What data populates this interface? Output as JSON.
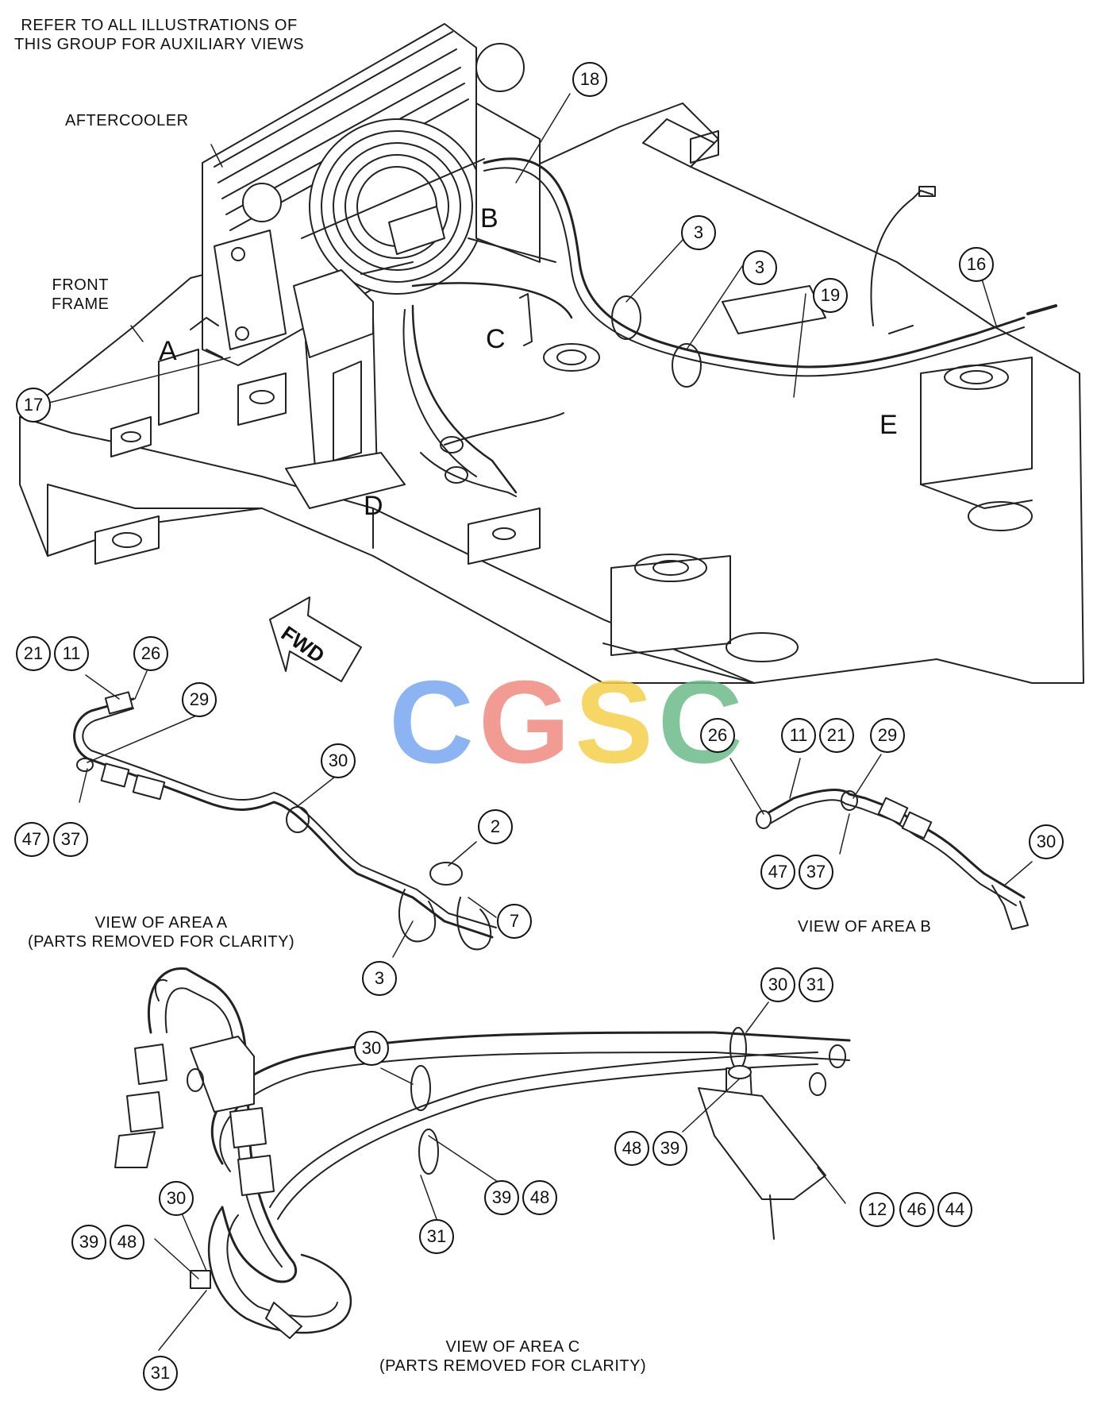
{
  "notes": {
    "refer": "REFER TO ALL ILLUSTRATIONS OF\nTHIS GROUP FOR AUXILIARY VIEWS",
    "aftercooler": "AFTERCOOLER",
    "front_frame": "FRONT\nFRAME",
    "view_a": "VIEW OF AREA A\n(PARTS REMOVED FOR CLARITY)",
    "view_b": "VIEW OF AREA B",
    "view_c": "VIEW OF AREA C\n(PARTS REMOVED FOR CLARITY)",
    "fwd": "FWD"
  },
  "area_letters": {
    "a": "A",
    "b": "B",
    "c": "C",
    "d": "D",
    "e": "E"
  },
  "watermark": {
    "c1": "C",
    "g": "G",
    "s": "S",
    "c2": "C",
    "colors": [
      "#7aa7f0",
      "#f08a80",
      "#f5d04a",
      "#6dbb8a"
    ]
  },
  "callouts": {
    "main": [
      "18",
      "3",
      "3",
      "19",
      "16",
      "17"
    ],
    "view_a": [
      "21",
      "11",
      "26",
      "29",
      "30",
      "47",
      "37",
      "2",
      "7",
      "3"
    ],
    "view_b": [
      "26",
      "11",
      "21",
      "29",
      "30",
      "47",
      "37"
    ],
    "view_c": [
      "30",
      "31",
      "30",
      "48",
      "39",
      "39",
      "48",
      "12",
      "46",
      "44",
      "31",
      "30",
      "39",
      "48",
      "31"
    ]
  }
}
